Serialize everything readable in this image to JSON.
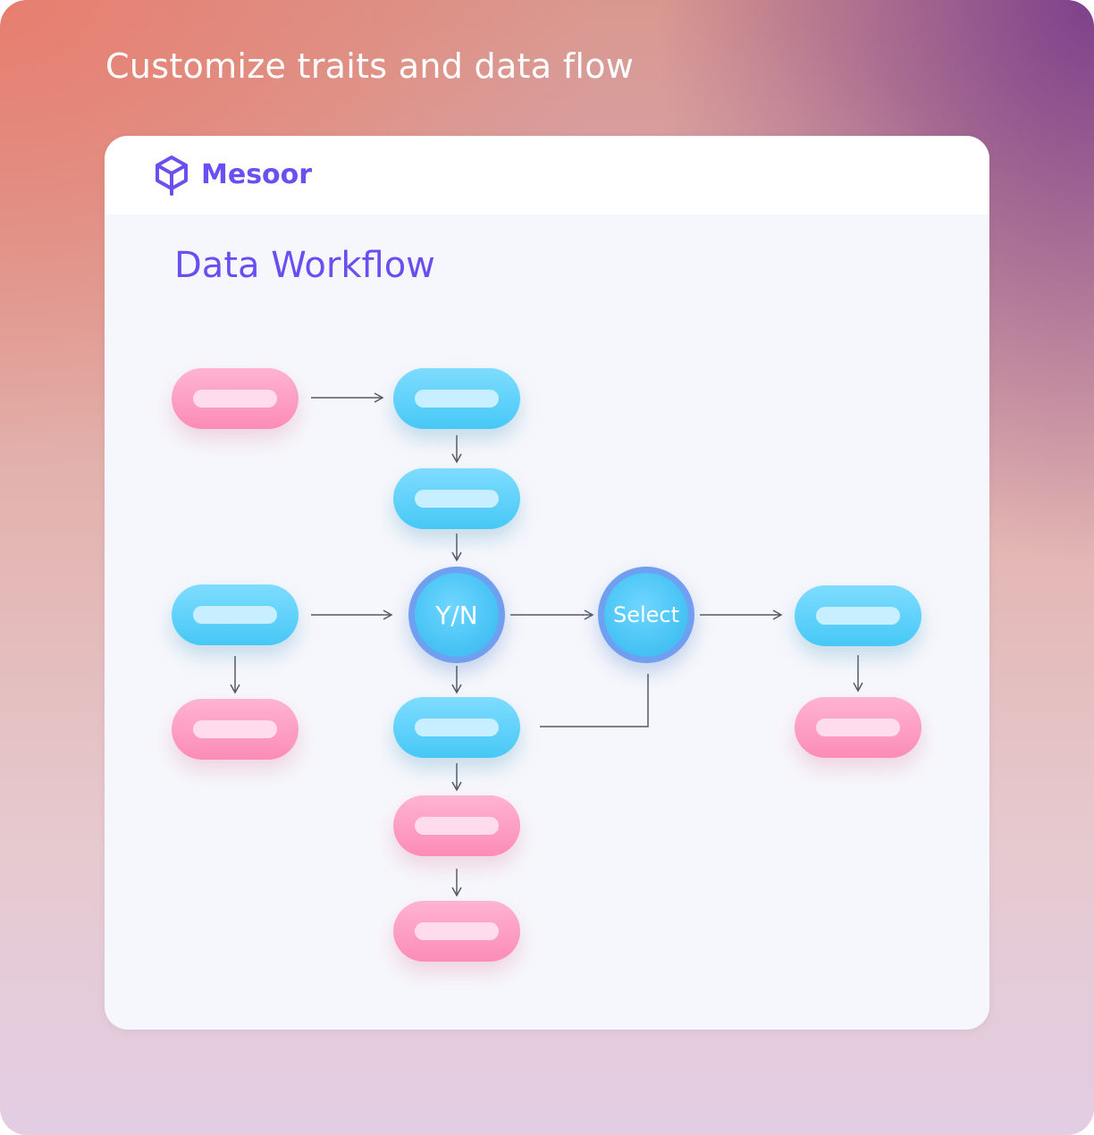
{
  "headline": "Customize traits and data flow",
  "brand": {
    "name": "Mesoor",
    "logo_icon": "cube-icon",
    "color": "#6c4ff0"
  },
  "workflow": {
    "title": "Data Workflow",
    "decision_label": "Y/N",
    "select_label": "Select",
    "colors": {
      "blue_node": "#46c8f6",
      "pink_node": "#fc8cb8",
      "circle_border": "#6f9ff0",
      "arrow": "#555a66"
    }
  }
}
